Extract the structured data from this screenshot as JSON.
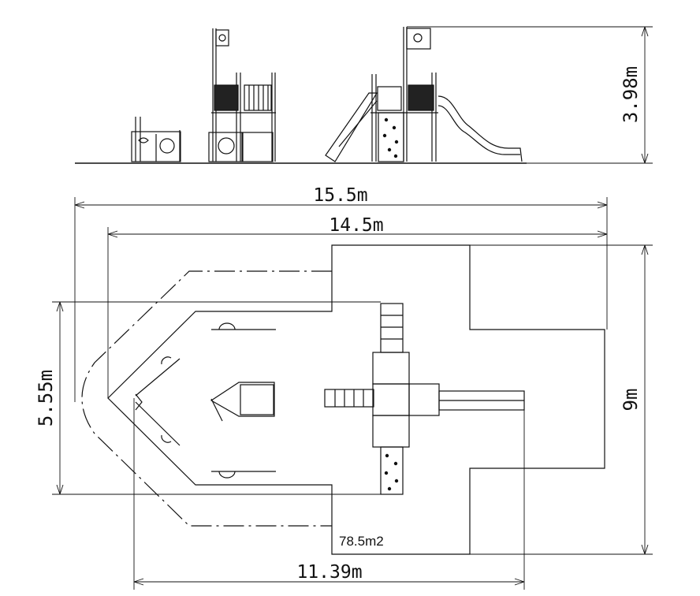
{
  "drawing": {
    "dimensions": {
      "height": "3.98m",
      "overall_length": "15.5m",
      "safety_length": "14.5m",
      "width": "9m",
      "deck_width": "5.55m",
      "equipment_length": "11.39m"
    },
    "area": "78.5m2",
    "colors": {
      "line": "#111111",
      "background": "#ffffff"
    }
  }
}
